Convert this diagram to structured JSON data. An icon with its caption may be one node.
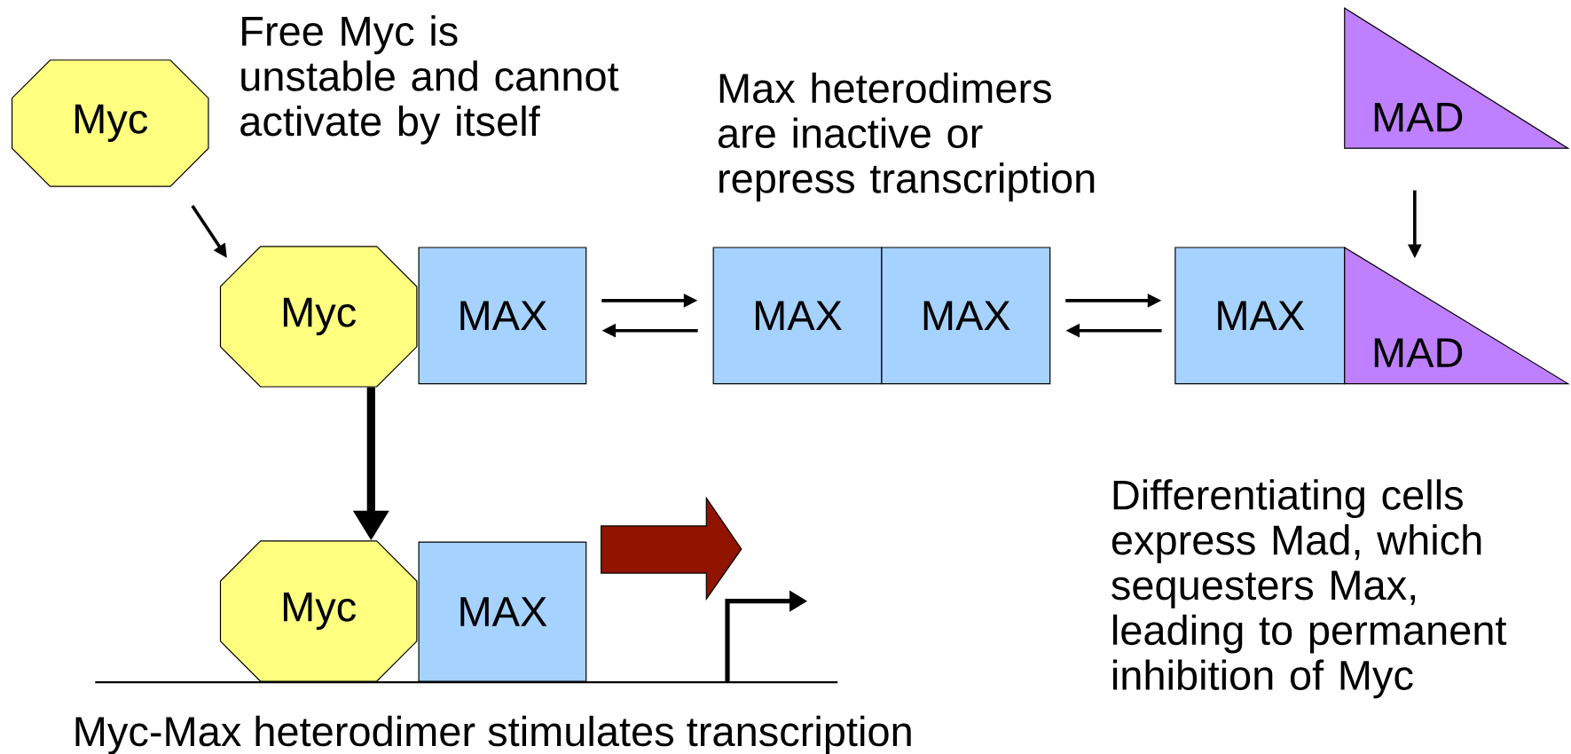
{
  "diagram": {
    "nodes": [
      {
        "text": [
          "Myc"
        ]
      },
      {
        "text": [
          "MAD"
        ]
      },
      {
        "text": [
          "Myc"
        ]
      },
      {
        "text": [
          "MAX"
        ]
      },
      {
        "text": [
          "MAX"
        ]
      },
      {
        "text": [
          "MAX"
        ]
      },
      {
        "text": [
          "MAX"
        ]
      },
      {
        "text": [
          "MAD"
        ]
      },
      {
        "text": [
          "Myc"
        ]
      },
      {
        "text": [
          "MAX"
        ]
      }
    ],
    "edges": [
      {
        "from": 0,
        "to": 2,
        "arrow": "to"
      },
      {
        "from": 3,
        "to": 4,
        "arrow": "to"
      },
      {
        "from": 4,
        "to": 3,
        "arrow": "to"
      },
      {
        "from": 5,
        "to": 6,
        "arrow": "to"
      },
      {
        "from": 6,
        "to": 5,
        "arrow": "to"
      },
      {
        "from": 1,
        "to": 7,
        "arrow": "to"
      },
      {
        "from": 2,
        "to": 8,
        "arrow": "to",
        "style": "thick"
      }
    ],
    "labels": [
      "Free Myc is unstable and cannot activate by itself",
      "Max heterodimers are inactive or repress transcription",
      "Differentiating cells express Mad, which sequesters Max, leading to permanent inhibition of Myc",
      "Myc-Max heterodimer stimulates transcription"
    ]
  }
}
